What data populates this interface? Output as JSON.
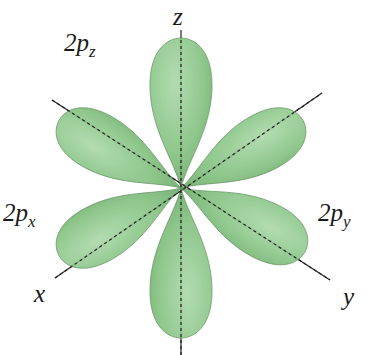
{
  "diagram": {
    "labels": [
      "z",
      "2pz",
      "2px",
      "2py",
      "x",
      "y"
    ]
  }
}
